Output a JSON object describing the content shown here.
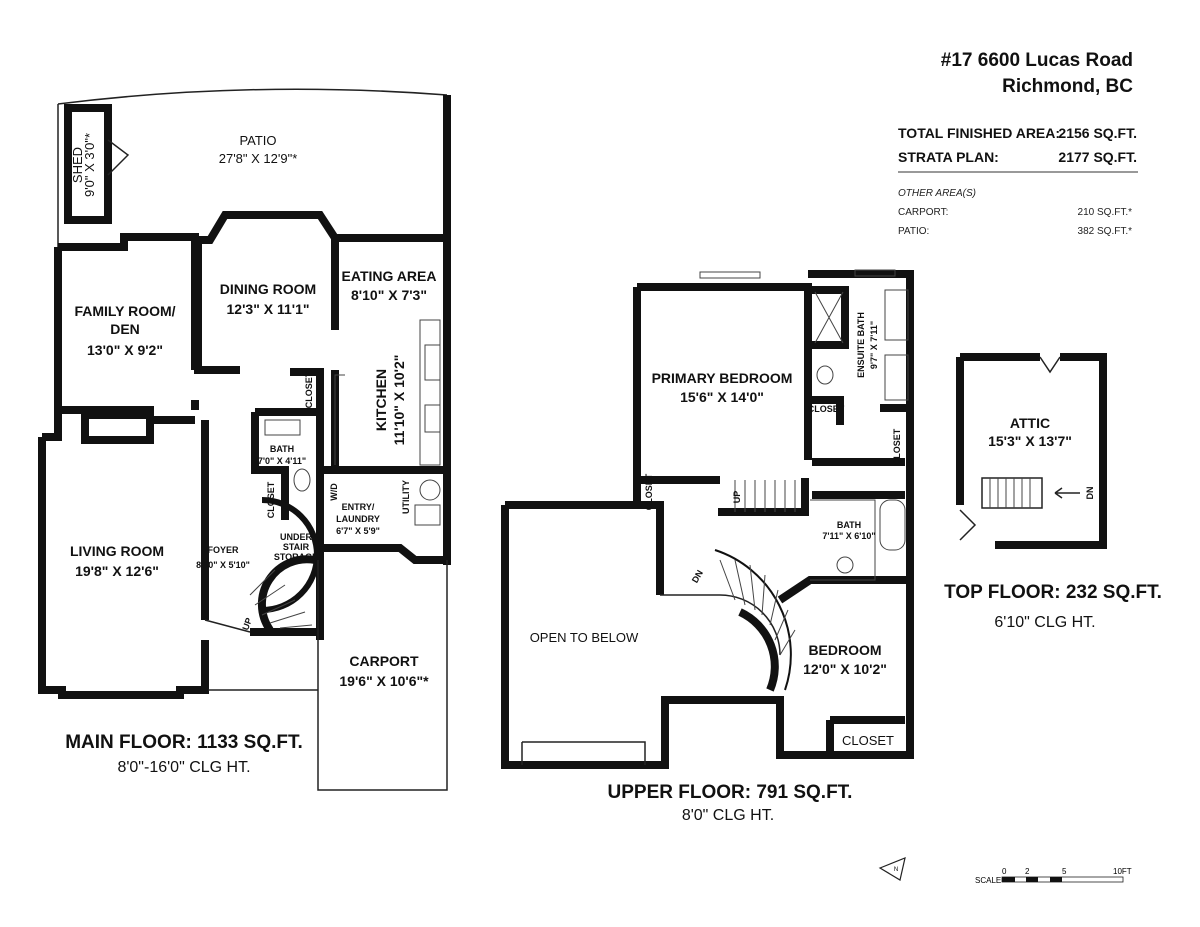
{
  "header": {
    "address_line1": "#17 6600 Lucas Road",
    "address_line2": "Richmond, BC"
  },
  "summary": {
    "total_finished_label": "TOTAL FINISHED AREA:",
    "total_finished_value": "2156 SQ.FT.",
    "strata_label": "STRATA PLAN:",
    "strata_value": "2177 SQ.FT.",
    "other_heading": "OTHER AREA(S)",
    "other": [
      {
        "label": "CARPORT:",
        "value": "210 SQ.FT.*"
      },
      {
        "label": "PATIO:",
        "value": "382 SQ.FT.*"
      }
    ]
  },
  "main_floor": {
    "title": "MAIN FLOOR: 1133 SQ.FT.",
    "ceiling": "8'0\"-16'0\" CLG HT.",
    "rooms": {
      "patio": {
        "name": "PATIO",
        "dim": "27'8\" X 12'9\"*"
      },
      "shed": {
        "name": "SHED",
        "dim": "9'0\" X 3'0\"*"
      },
      "family": {
        "name1": "FAMILY ROOM/",
        "name2": "DEN",
        "dim": "13'0\" X 9'2\""
      },
      "dining": {
        "name": "DINING ROOM",
        "dim": "12'3\" X 11'1\""
      },
      "eating": {
        "name": "EATING AREA",
        "dim": "8'10\" X 7'3\""
      },
      "kitchen": {
        "name": "KITCHEN",
        "dim": "11'10\" X 10'2\""
      },
      "closet1": "CLOSET",
      "bath": {
        "name": "BATH",
        "dim": "7'0\" X 4'11\""
      },
      "closet2": "CLOSET",
      "wd": "W/D",
      "entry": {
        "name1": "ENTRY/",
        "name2": "LAUNDRY",
        "dim": "6'7\" X 5'9\""
      },
      "utility": "UTILITY",
      "living": {
        "name": "LIVING ROOM",
        "dim": "19'8\" X 12'6\""
      },
      "foyer": {
        "name": "FOYER",
        "dim": "8'10\" X 5'10\""
      },
      "storage": {
        "l1": "UNDER",
        "l2": "STAIR",
        "l3": "STORAGE"
      },
      "up": "UP",
      "carport": {
        "name": "CARPORT",
        "dim": "19'6\" X 10'6\"*"
      }
    }
  },
  "upper_floor": {
    "title": "UPPER FLOOR: 791 SQ.FT.",
    "ceiling": "8'0\" CLG HT.",
    "rooms": {
      "primary": {
        "name": "PRIMARY BEDROOM",
        "dim": "15'6\" X 14'0\""
      },
      "ensuite": {
        "name": "ENSUITE BATH",
        "dim": "9'7\" X 7'11\""
      },
      "closet_small": "CLOSET",
      "closet_wi": "CLOSET",
      "closet_left": "CLOSET",
      "up": "UP",
      "dn": "DN",
      "bath": {
        "name": "BATH",
        "dim": "7'11\" X 6'10\""
      },
      "open": "OPEN TO BELOW",
      "bedroom": {
        "name": "BEDROOM",
        "dim": "12'0\" X 10'2\""
      },
      "closet_bed": "CLOSET"
    }
  },
  "top_floor": {
    "title": "TOP FLOOR: 232 SQ.FT.",
    "ceiling": "6'10\" CLG HT.",
    "attic": {
      "name": "ATTIC",
      "dim": "15'3\" X 13'7\""
    },
    "dn": "DN"
  },
  "legend": {
    "north_icon": "north-arrow-icon",
    "north_letter": "N",
    "scale_label": "SCALE",
    "scale_ticks": [
      "0",
      "2",
      "5",
      "10FT"
    ]
  }
}
